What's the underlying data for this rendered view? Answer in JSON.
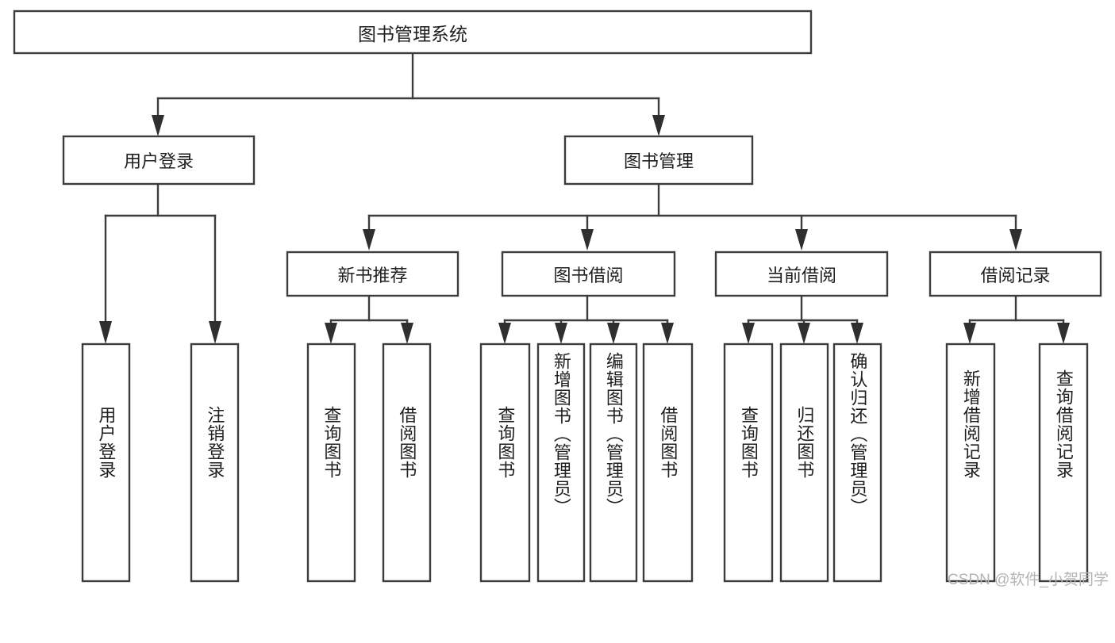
{
  "diagram": {
    "type": "tree-hierarchy-chart",
    "title": "图书管理系统",
    "watermark": "CSDN @软件_小贺同学",
    "colors": {
      "box_stroke": "#3c3c3c",
      "box_fill": "#ffffff",
      "connector": "#3c3c3c",
      "text": "#1f1f1f",
      "watermark": "#b4b4b4",
      "background": "#ffffff"
    },
    "nodes": {
      "root": {
        "label": "图书管理系统",
        "orientation": "horizontal"
      },
      "level2": [
        {
          "id": "user-login",
          "label": "用户登录",
          "orientation": "horizontal"
        },
        {
          "id": "book-manage",
          "label": "图书管理",
          "orientation": "horizontal"
        }
      ],
      "level3": [
        {
          "id": "new-book-rec",
          "label": "新书推荐",
          "orientation": "horizontal"
        },
        {
          "id": "book-borrow",
          "label": "图书借阅",
          "orientation": "horizontal"
        },
        {
          "id": "current-borrow",
          "label": "当前借阅",
          "orientation": "horizontal"
        },
        {
          "id": "borrow-record",
          "label": "借阅记录",
          "orientation": "horizontal"
        }
      ],
      "leaves": [
        {
          "id": "leaf-user-login",
          "label": "用户登录",
          "parent": "user-login",
          "orientation": "vertical"
        },
        {
          "id": "leaf-user-logout",
          "label": "注销登录",
          "parent": "user-login",
          "orientation": "vertical"
        },
        {
          "id": "leaf-query-book-1",
          "label": "查询图书",
          "parent": "new-book-rec",
          "orientation": "vertical"
        },
        {
          "id": "leaf-borrow-book-1",
          "label": "借阅图书",
          "parent": "new-book-rec",
          "orientation": "vertical"
        },
        {
          "id": "leaf-query-book-2",
          "label": "查询图书",
          "parent": "book-borrow",
          "orientation": "vertical"
        },
        {
          "id": "leaf-add-book",
          "label": "新增图书（管理员）",
          "parent": "book-borrow",
          "orientation": "vertical"
        },
        {
          "id": "leaf-edit-book",
          "label": "编辑图书（管理员）",
          "parent": "book-borrow",
          "orientation": "vertical"
        },
        {
          "id": "leaf-borrow-book-2",
          "label": "借阅图书",
          "parent": "book-borrow",
          "orientation": "vertical"
        },
        {
          "id": "leaf-query-book-3",
          "label": "查询图书",
          "parent": "current-borrow",
          "orientation": "vertical"
        },
        {
          "id": "leaf-return-book",
          "label": "归还图书",
          "parent": "current-borrow",
          "orientation": "vertical"
        },
        {
          "id": "leaf-confirm-return",
          "label": "确认归还（管理员）",
          "parent": "current-borrow",
          "orientation": "vertical"
        },
        {
          "id": "leaf-add-record",
          "label": "新增借阅记录",
          "parent": "borrow-record",
          "orientation": "vertical"
        },
        {
          "id": "leaf-query-record",
          "label": "查询借阅记录",
          "parent": "borrow-record",
          "orientation": "vertical"
        }
      ]
    }
  }
}
